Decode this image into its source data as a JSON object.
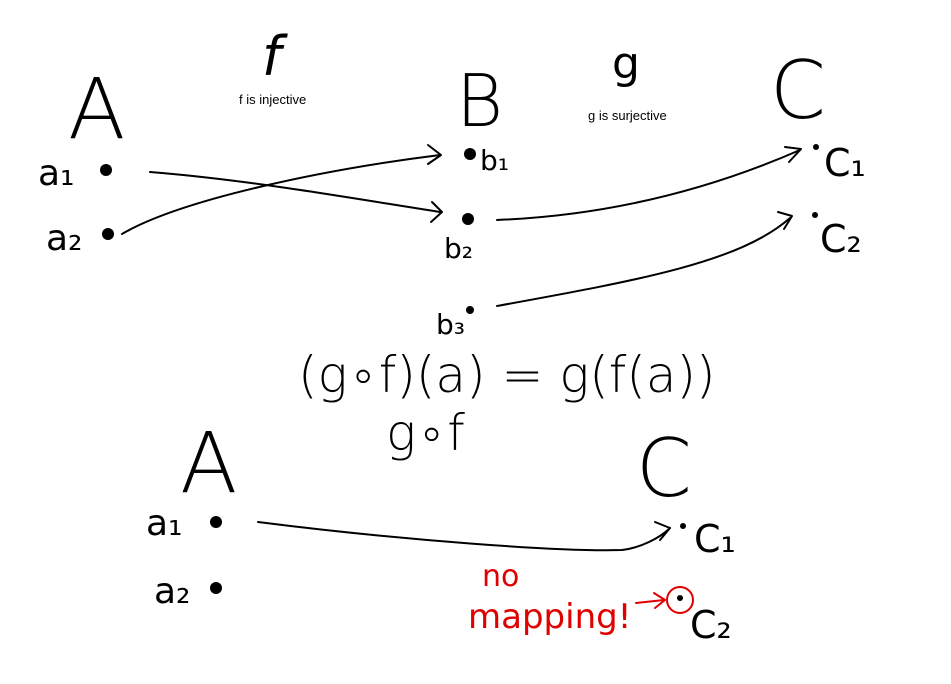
{
  "top": {
    "set_a": "A",
    "set_b": "B",
    "set_c": "C",
    "func_f": "f",
    "func_g": "g",
    "note_f": "f is injective",
    "note_g": "g is surjective",
    "a_elements": [
      "a₁",
      "a₂"
    ],
    "b_elements": [
      "b₁",
      "b₂",
      "b₃"
    ],
    "c_elements": [
      "C₁",
      "C₂"
    ]
  },
  "formula": {
    "definition": "(g∘f)(a) = g(f(a))",
    "composite": "g∘f"
  },
  "bottom": {
    "set_a": "A",
    "set_c": "C",
    "a_elements": [
      "a₁",
      "a₂"
    ],
    "c_elements": [
      "C₁",
      "C₂"
    ],
    "note": [
      "no",
      "mapping!"
    ]
  },
  "colors": {
    "ink": "#000000",
    "highlight": "#e00000"
  }
}
